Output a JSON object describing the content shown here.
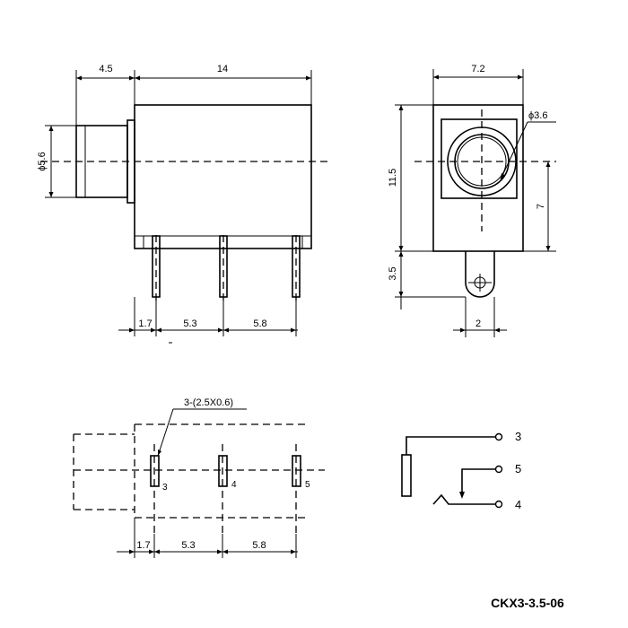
{
  "drawing": {
    "part_number": "CKX3-3.5-06",
    "side_view": {
      "dims": {
        "body_length": "14",
        "nose_length": "4.5",
        "nose_diameter": "ϕ5.6",
        "pin_offset": "1.7",
        "pin_spacing_1": "5.3",
        "pin_spacing_2": "5.8"
      }
    },
    "front_view": {
      "dims": {
        "width": "7.2",
        "height": "11.5",
        "bore_diameter": "ϕ3.6",
        "center_height": "7",
        "tab_length": "3.5",
        "tab_width": "2"
      }
    },
    "footprint": {
      "slot_note": "3-(2.5X0.6)",
      "pin_labels": [
        "3",
        "4",
        "5"
      ],
      "dims": {
        "pin_offset": "1.7",
        "pin_spacing_1": "5.3",
        "pin_spacing_2": "5.8"
      }
    },
    "schematic": {
      "pin_labels": [
        "3",
        "5",
        "4"
      ]
    }
  }
}
